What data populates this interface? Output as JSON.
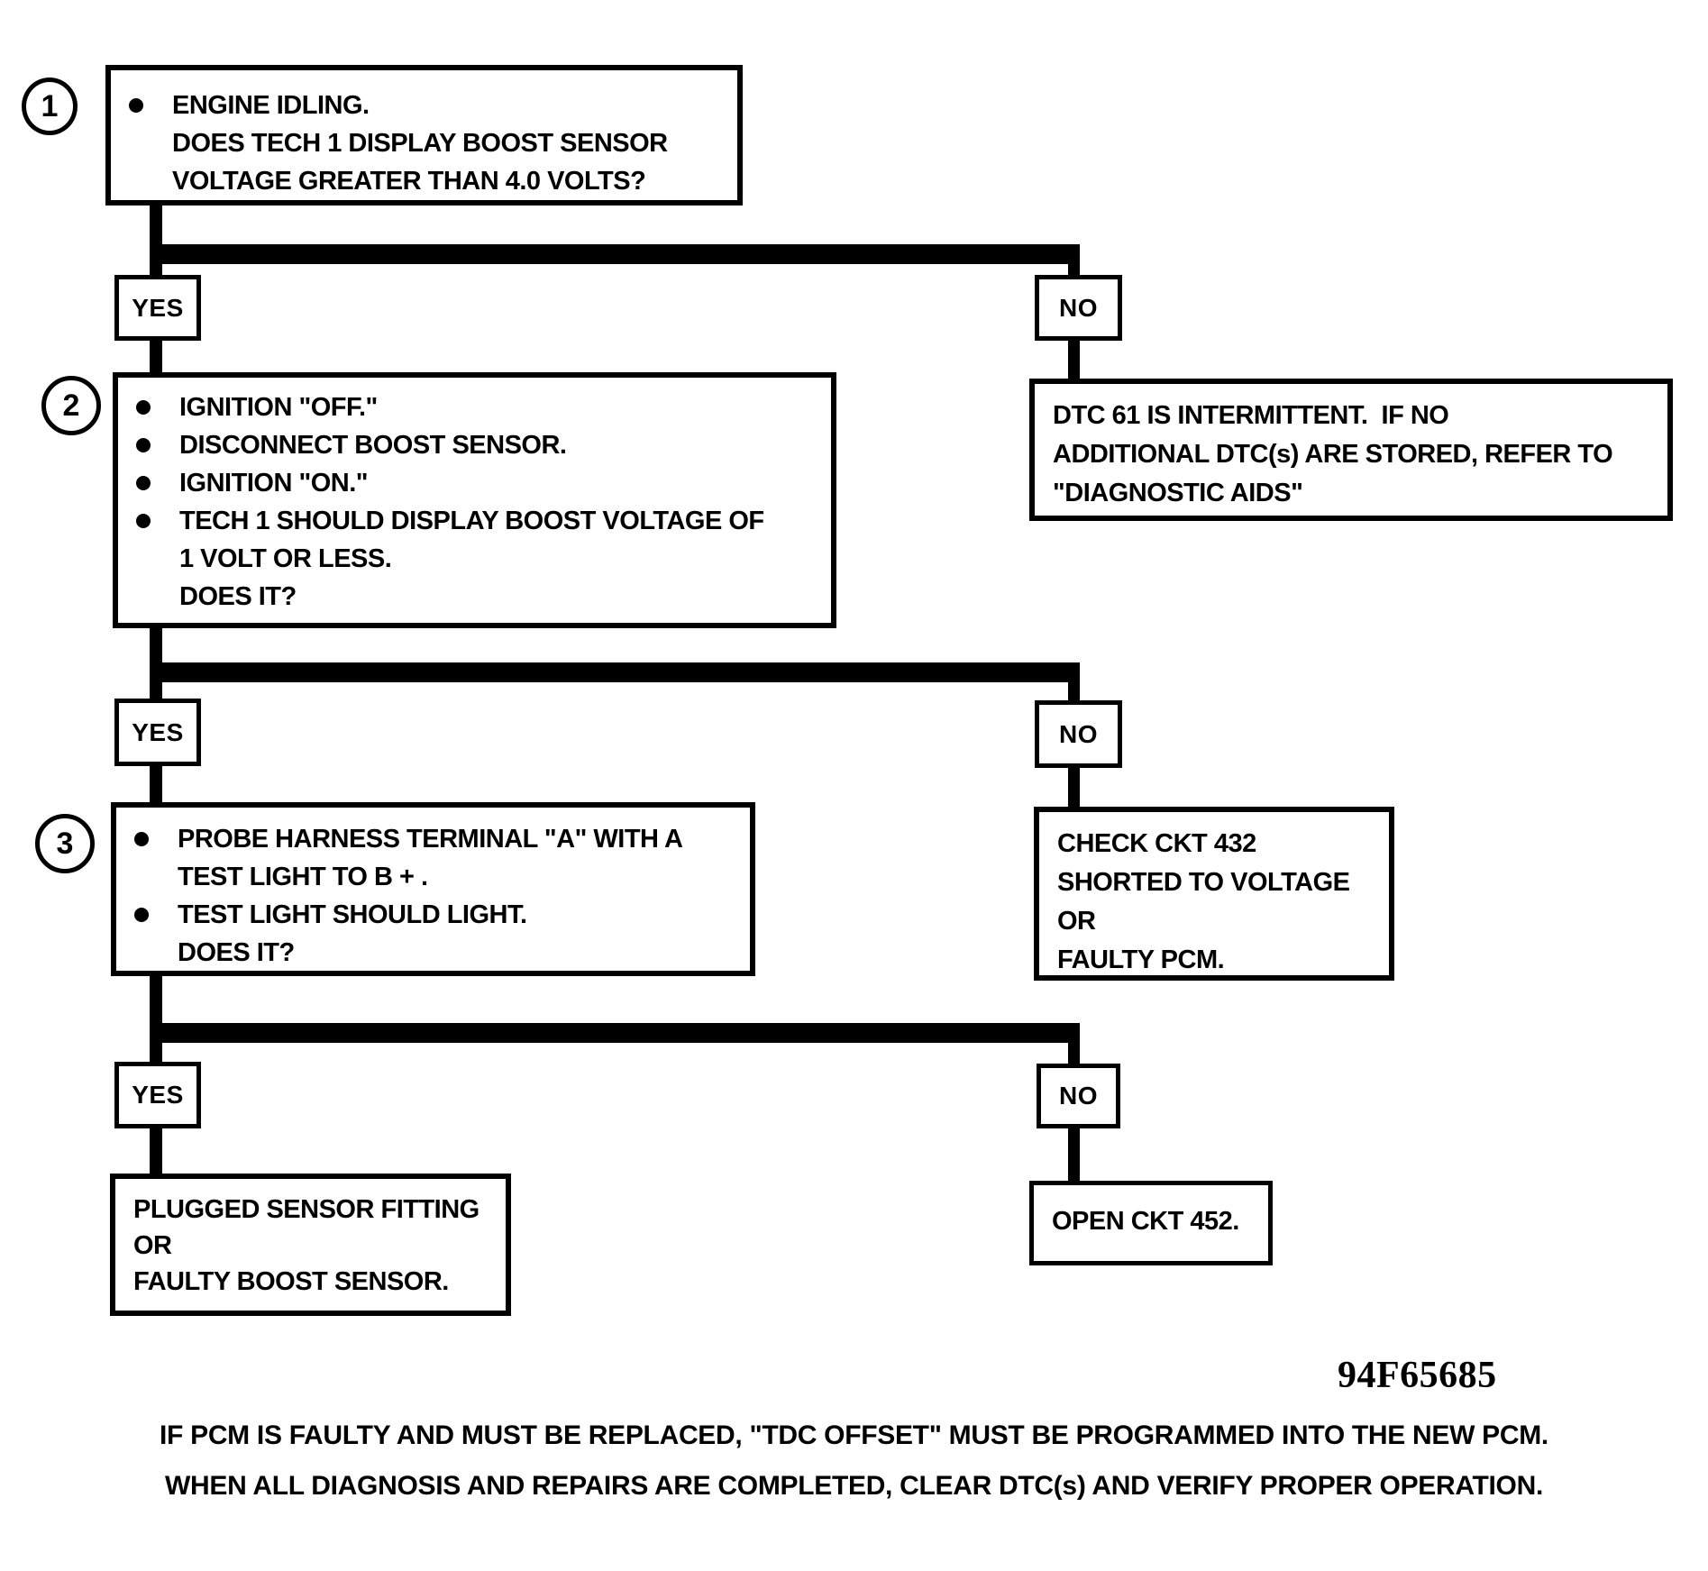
{
  "diagram": {
    "title_context": "Boost sensor diagnostic flowchart",
    "branch_labels": {
      "yes": "YES",
      "no": "NO"
    },
    "steps": [
      {
        "number": "1",
        "lines": [
          "ENGINE IDLING.",
          "DOES TECH 1 DISPLAY BOOST SENSOR",
          "VOLTAGE GREATER THAN 4.0 VOLTS?"
        ]
      },
      {
        "number": "2",
        "lines": [
          "IGNITION \"OFF.\"",
          "DISCONNECT BOOST SENSOR.",
          "IGNITION \"ON.\"",
          "TECH 1 SHOULD DISPLAY BOOST VOLTAGE OF",
          "1 VOLT OR LESS.",
          "DOES IT?"
        ]
      },
      {
        "number": "3",
        "lines": [
          "PROBE HARNESS TERMINAL \"A\" WITH A",
          "TEST LIGHT TO B + .",
          "TEST LIGHT SHOULD LIGHT.",
          "DOES IT?"
        ]
      }
    ],
    "results": {
      "dtc61": {
        "lines": [
          "DTC 61 IS INTERMITTENT.  IF NO",
          "ADDITIONAL DTC(s) ARE STORED, REFER TO",
          "\"DIAGNOSTIC AIDS\""
        ]
      },
      "check432": {
        "lines": [
          "CHECK CKT 432",
          "SHORTED TO VOLTAGE",
          "OR",
          "FAULTY PCM."
        ]
      },
      "plugged": {
        "lines": [
          "PLUGGED SENSOR FITTING",
          "OR",
          "FAULTY BOOST SENSOR."
        ]
      },
      "open452": {
        "lines": [
          "OPEN CKT 452."
        ]
      }
    },
    "figure_code": "94F65685",
    "footnotes": [
      "IF PCM IS FAULTY AND MUST BE REPLACED, \"TDC OFFSET\" MUST BE PROGRAMMED INTO THE NEW PCM.",
      "WHEN ALL DIAGNOSIS AND REPAIRS ARE COMPLETED, CLEAR DTC(s) AND VERIFY PROPER OPERATION."
    ]
  }
}
